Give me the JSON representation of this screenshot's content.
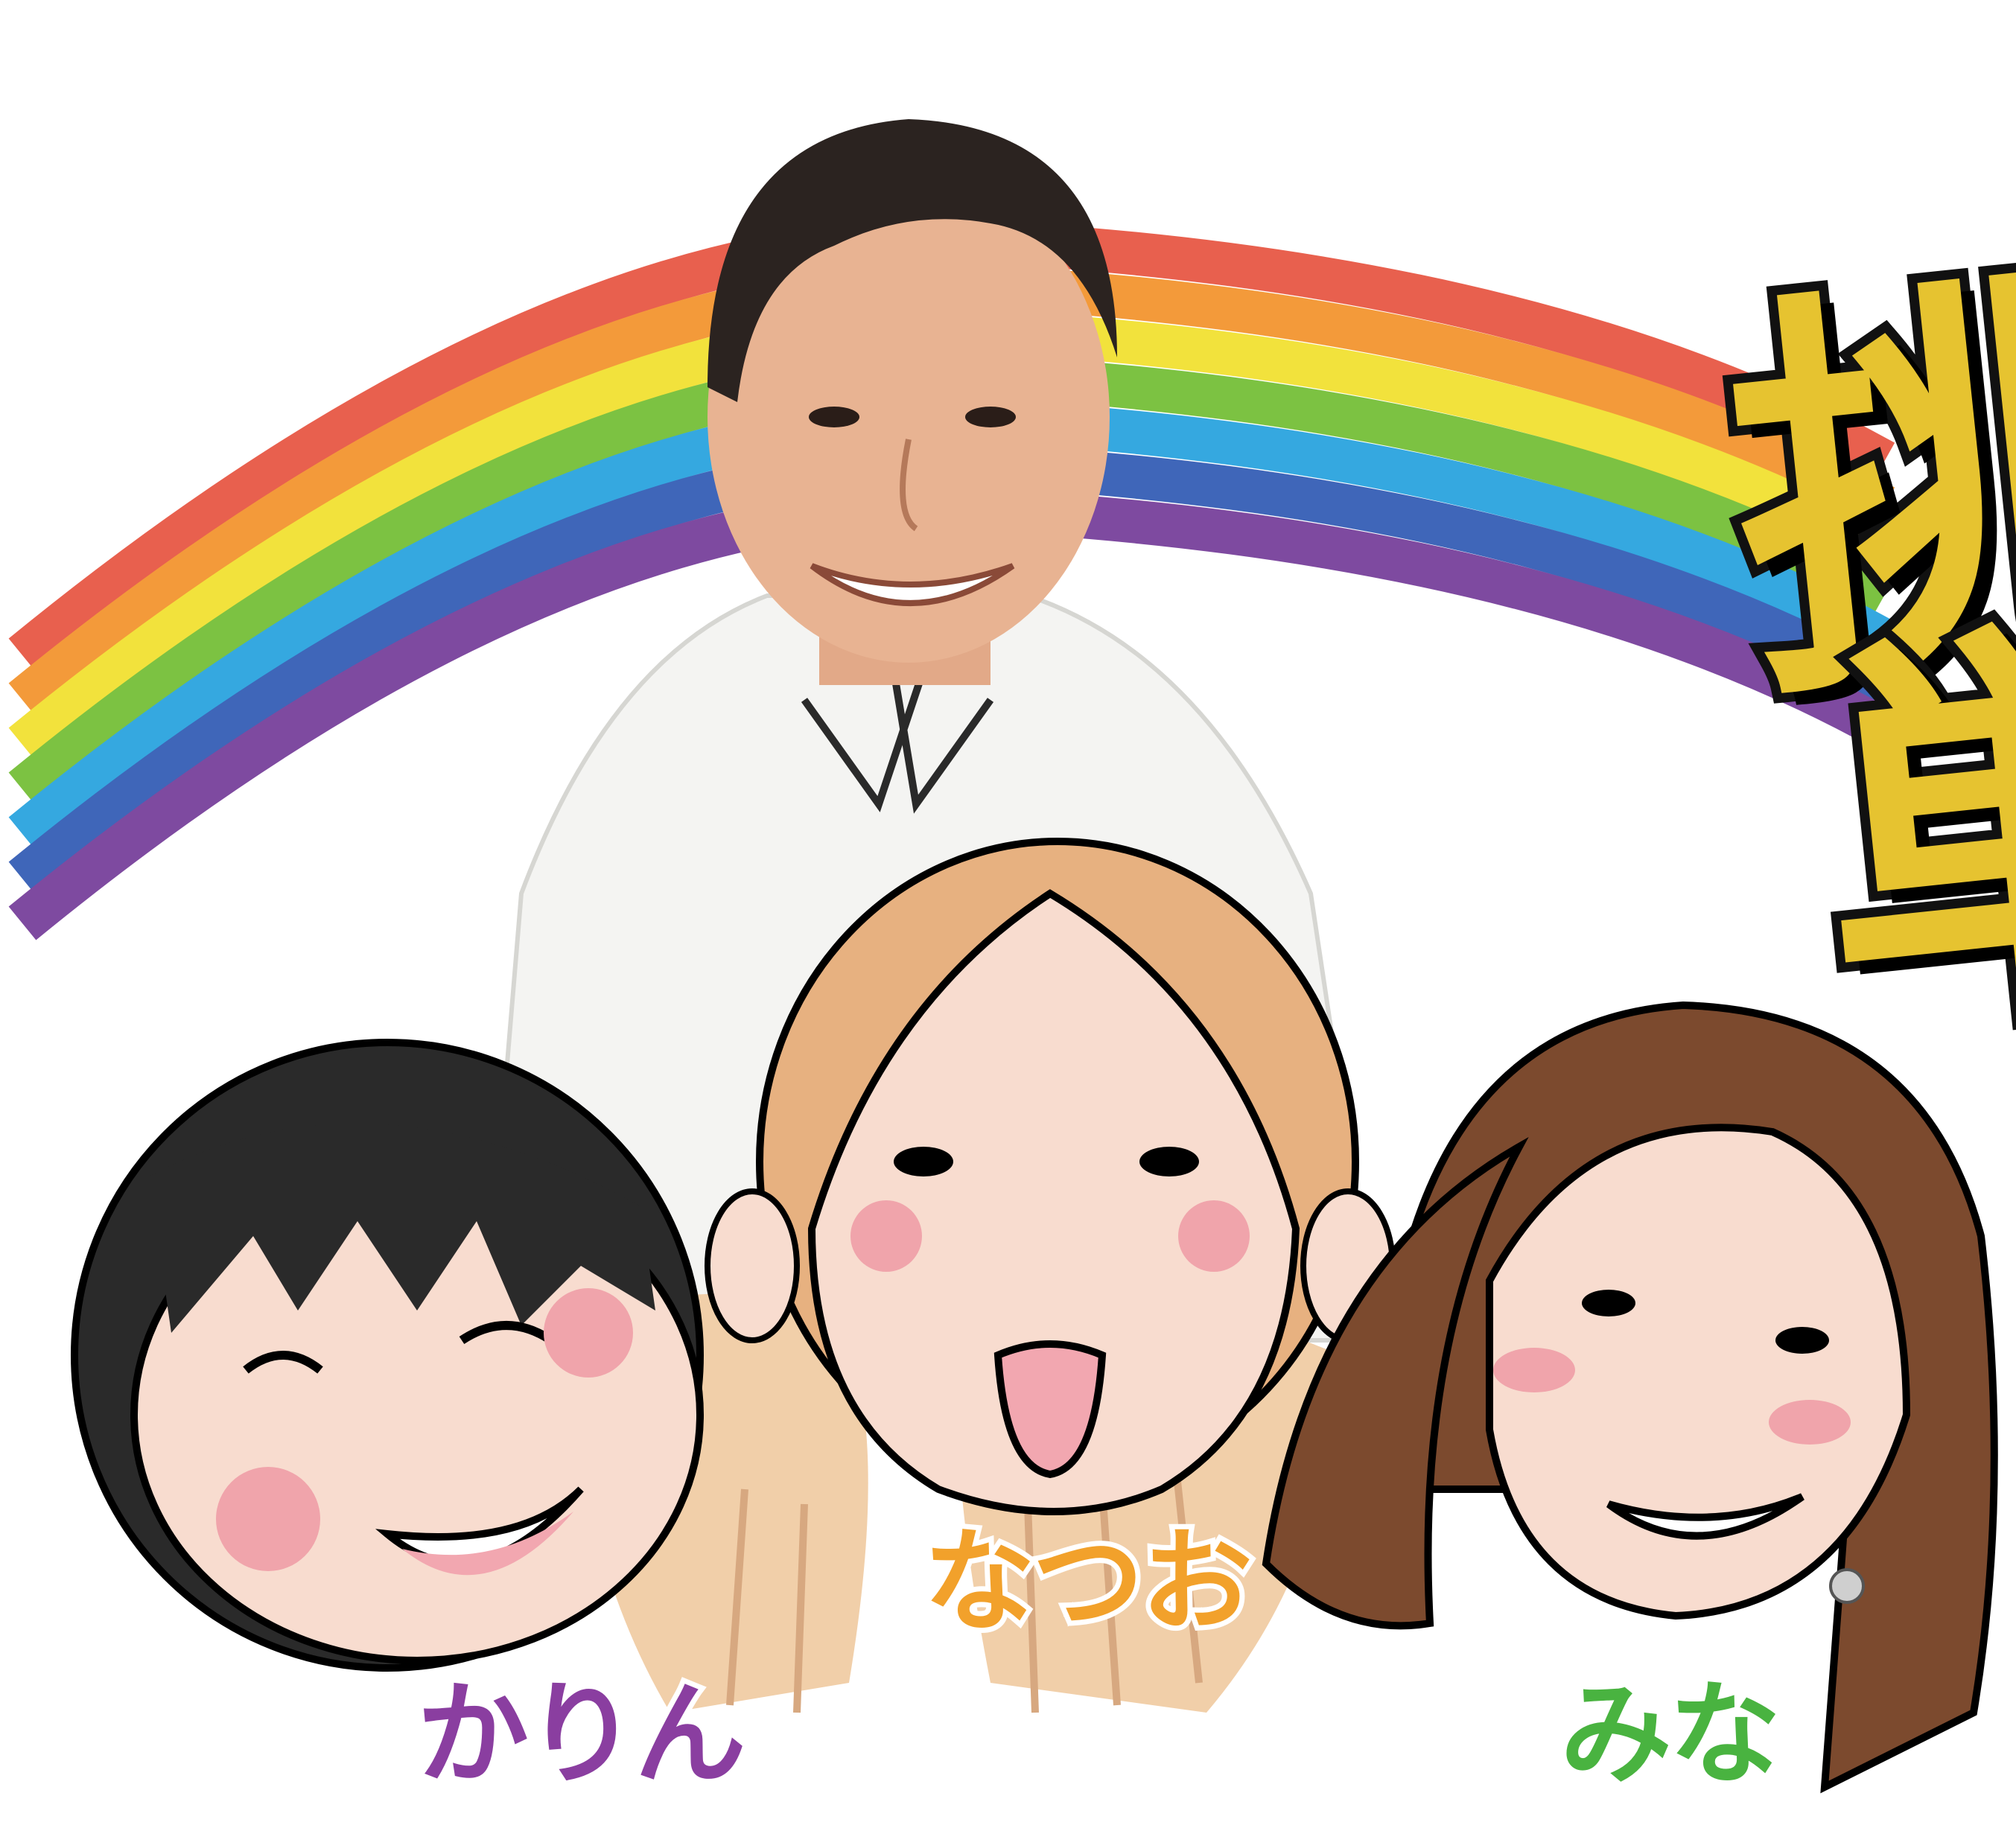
{
  "scene": {
    "title_glyphs": [
      "挑",
      "単"
    ],
    "labels": {
      "karin": "かりん",
      "natsuo": "なつお",
      "mina": "みな"
    }
  },
  "colors": {
    "rainbow": [
      "#e8604e",
      "#f39a3a",
      "#f2e23c",
      "#7cc242",
      "#35a8e0",
      "#3f66b9",
      "#7e4aa0"
    ],
    "karin_label": "#8a3ea0",
    "natsuo_label": "#f2a12b",
    "mina_label": "#49b340",
    "title_gold": "#e6c330"
  },
  "icons": {
    "man": "man-photo",
    "karin": "karin-illustration-icon",
    "natsuo": "natsuo-illustration-icon",
    "mina": "mina-illustration-icon"
  }
}
